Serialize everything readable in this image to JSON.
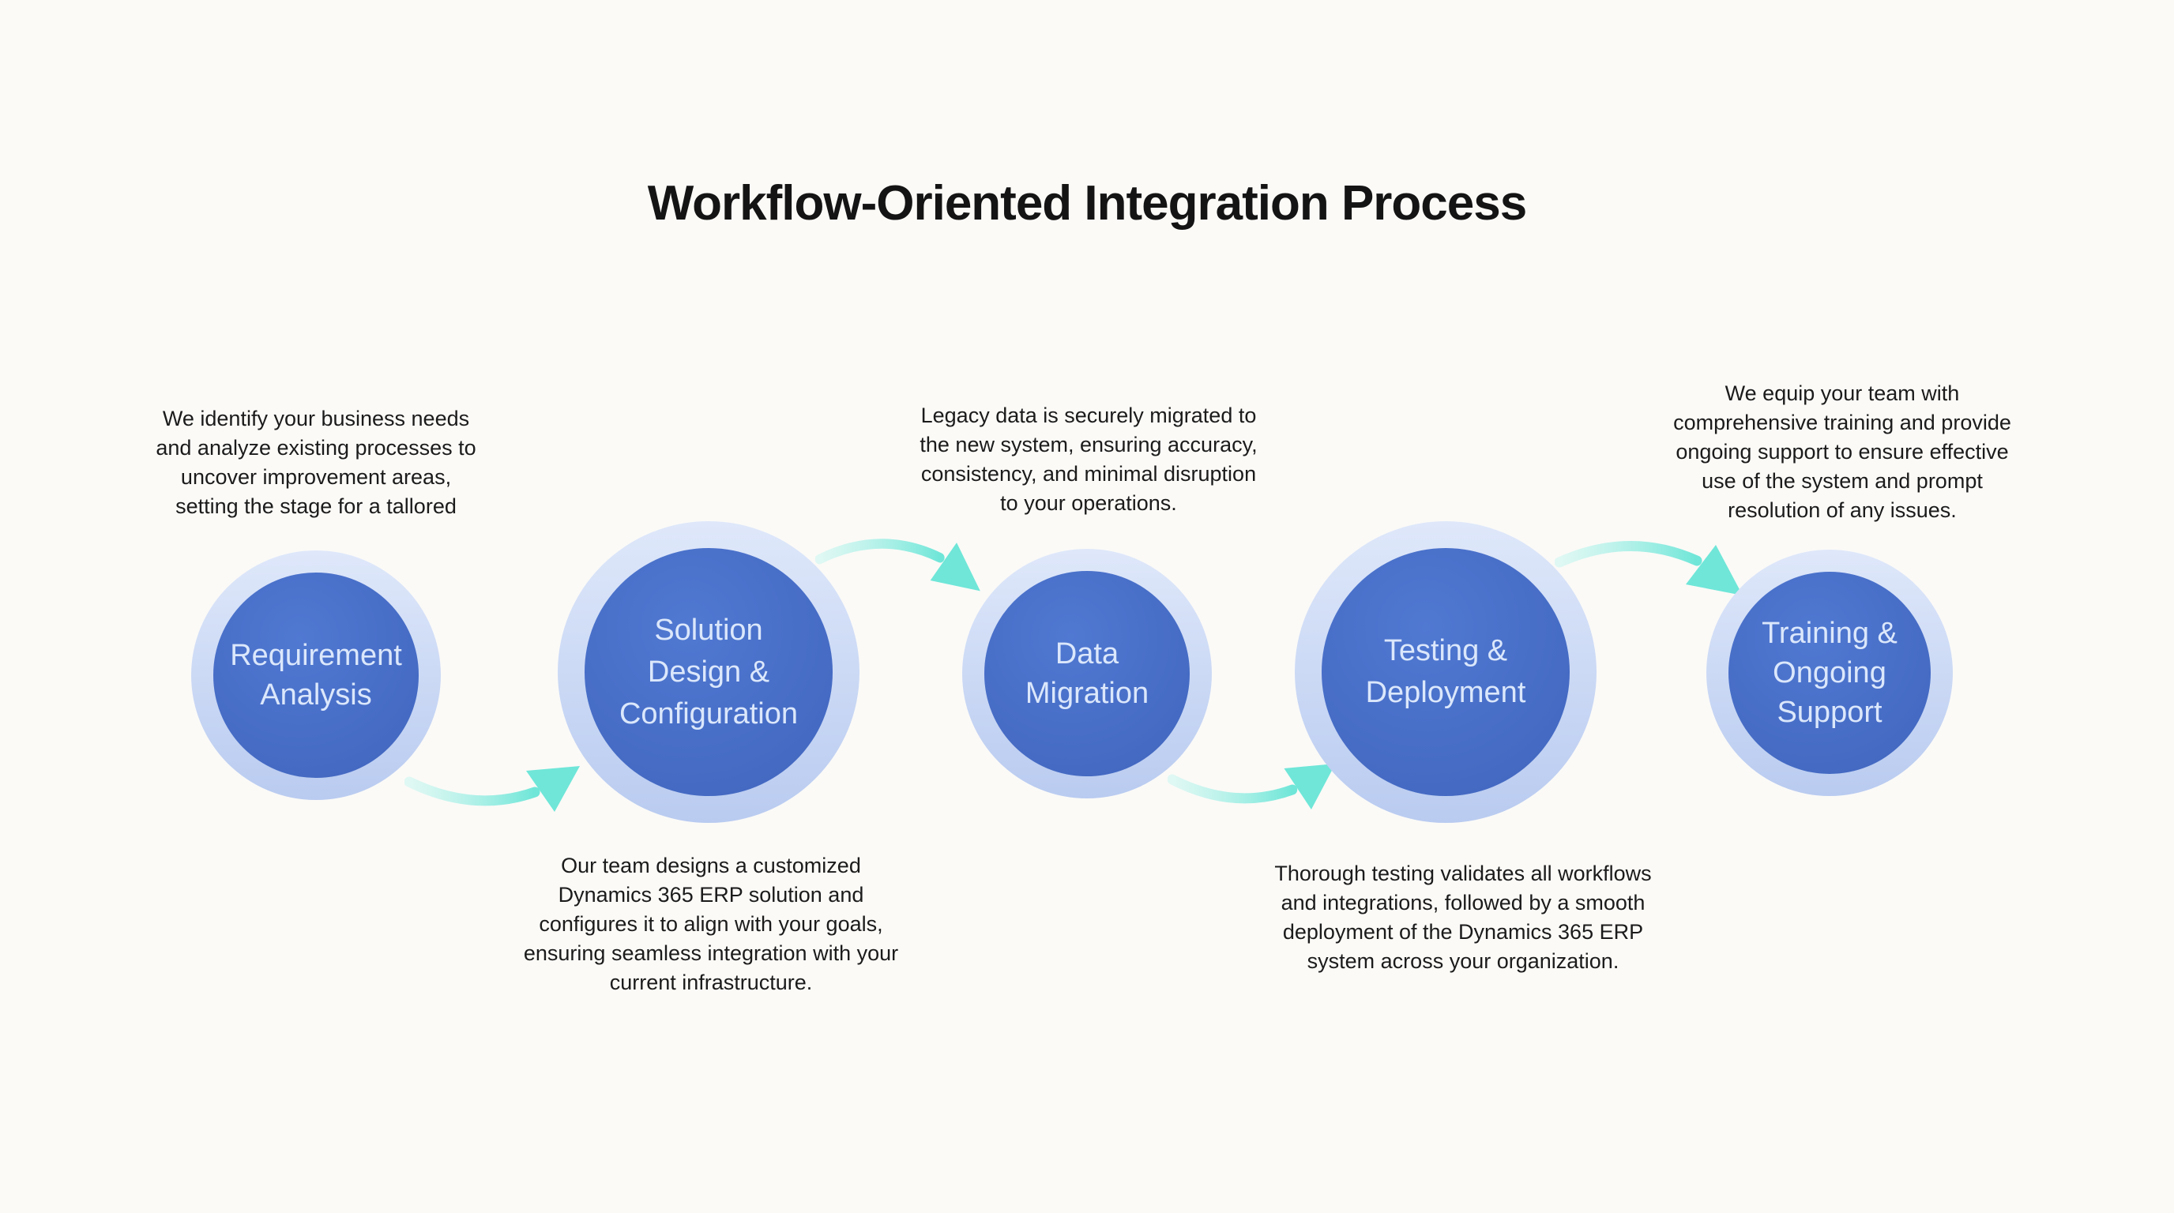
{
  "title": "Workflow-Oriented Integration Process",
  "colors": {
    "background": "#fbfaf7",
    "title_text": "#141414",
    "body_text": "#1b1b1b",
    "ring_light": "#dfe8fa",
    "ring_dark": "#b9cbf0",
    "circle_light": "#5079d2",
    "circle_dark": "#4267c0",
    "circle_text": "#dbe7fb",
    "arrow_teal": "#6fe6d8",
    "arrow_teal_light": "#c9f6f0"
  },
  "steps": [
    {
      "id": "requirement-analysis",
      "label": "Requirement Analysis",
      "label_lines": [
        "Requirement",
        "Analysis"
      ],
      "description_position": "above",
      "circle_size": "small",
      "description_lines": [
        "We identify your business needs",
        "and analyze existing processes to",
        "uncover improvement areas,",
        "setting the stage for a tallored"
      ]
    },
    {
      "id": "solution-design-configuration",
      "label": "Solution Design & Configuration",
      "label_lines": [
        "Solution",
        "Design &",
        "Configuration"
      ],
      "description_position": "below",
      "circle_size": "large",
      "description_lines": [
        "Our team designs a customized",
        "Dynamics 365 ERP solution and",
        "configures it to align with your goals,",
        "ensuring seamless integration with your",
        "current infrastructure."
      ]
    },
    {
      "id": "data-migration",
      "label": "Data Migration",
      "label_lines": [
        "Data",
        "Migration"
      ],
      "description_position": "above",
      "circle_size": "small",
      "description_lines": [
        "Legacy data is securely migrated to",
        "the new system, ensuring accuracy,",
        "consistency, and minimal disruption",
        "to your operations."
      ]
    },
    {
      "id": "testing-deployment",
      "label": "Testing & Deployment",
      "label_lines": [
        "Testing &",
        "Deployment"
      ],
      "description_position": "below",
      "circle_size": "large",
      "description_lines": [
        "Thorough testing validates all workflows",
        "and integrations, followed by a smooth",
        "deployment of the Dynamics 365 ERP",
        "system across your organization."
      ]
    },
    {
      "id": "training-ongoing-support",
      "label": "Training & Ongoing Support",
      "label_lines": [
        "Training &",
        "Ongoing",
        "Support"
      ],
      "description_position": "above",
      "circle_size": "small",
      "description_lines": [
        "We equip your team with",
        "comprehensive training and provide",
        "ongoing support to ensure effective",
        "use of the system and prompt",
        "resolution of any issues."
      ]
    }
  ],
  "arrows": [
    {
      "from": "requirement-analysis",
      "to": "solution-design-configuration",
      "curve": "below",
      "direction": "up-right"
    },
    {
      "from": "solution-design-configuration",
      "to": "data-migration",
      "curve": "above",
      "direction": "down-right"
    },
    {
      "from": "data-migration",
      "to": "testing-deployment",
      "curve": "below",
      "direction": "up-right"
    },
    {
      "from": "testing-deployment",
      "to": "training-ongoing-support",
      "curve": "above",
      "direction": "down-right"
    }
  ]
}
